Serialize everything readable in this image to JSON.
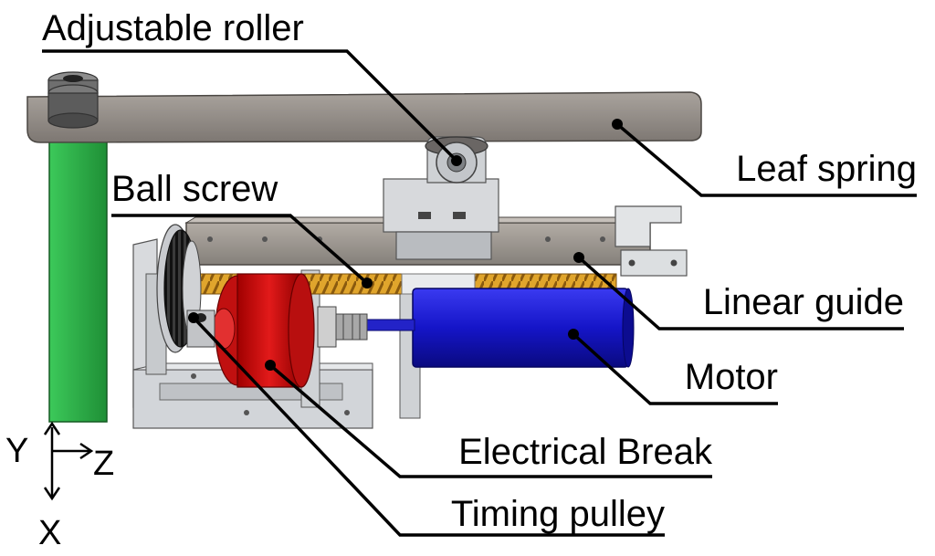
{
  "labels": {
    "adjustable_roller": "Adjustable roller",
    "leaf_spring": "Leaf spring",
    "ball_screw": "Ball screw",
    "linear_guide": "Linear guide",
    "motor": "Motor",
    "electrical_break": "Electrical Break",
    "timing_pulley": "Timing pulley"
  },
  "axes": {
    "y": "Y",
    "z": "Z",
    "x": "X"
  },
  "colors": {
    "leaf_spring": "#8f8a85",
    "green_post": "#2fb24a",
    "motor": "#1a1ad6",
    "brake": "#d41414",
    "ball_screw": "#d4941e",
    "rail": "#9a938c",
    "frame": "#c9ccd0",
    "pulley": "#2b2b2b"
  }
}
